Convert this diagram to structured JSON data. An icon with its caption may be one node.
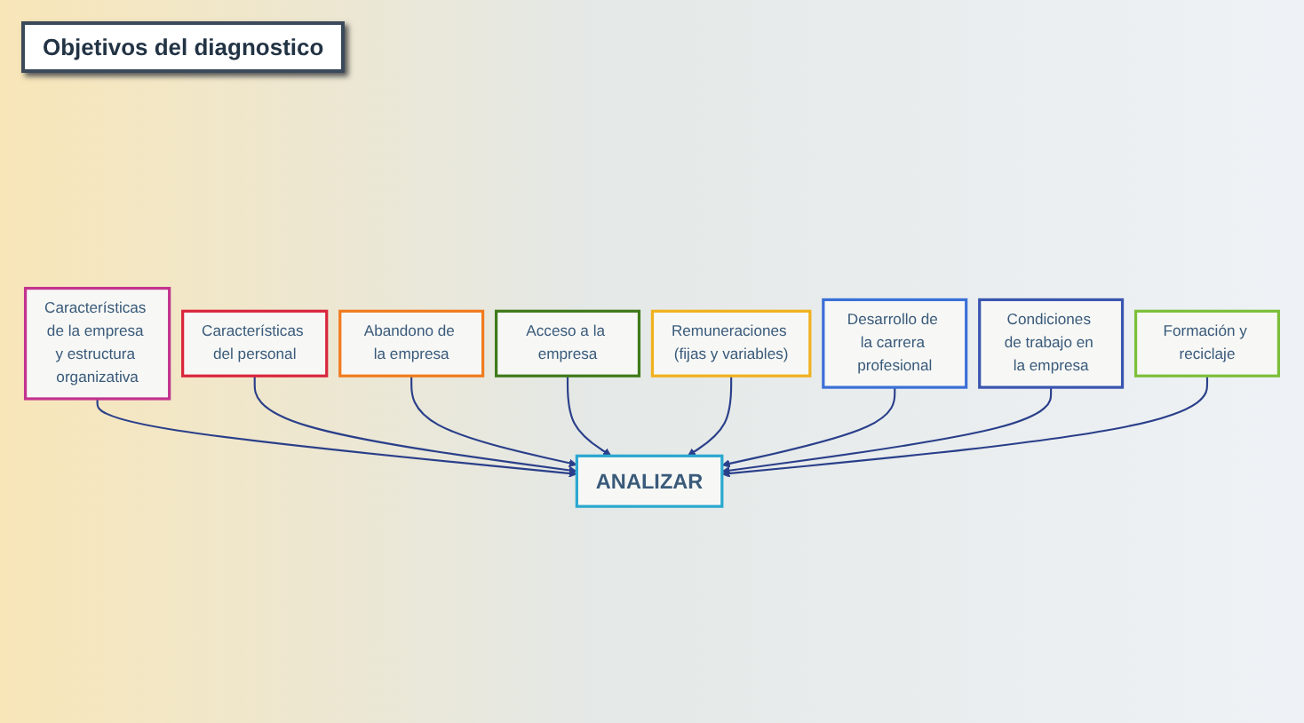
{
  "diagram": {
    "title": "Objetivos del diagnostico",
    "nodes": [
      {
        "text": [
          "Características de la empresa y estructura organizativa"
        ]
      },
      {
        "text": [
          "Características del personal"
        ]
      },
      {
        "text": [
          "Abandono de la empresa"
        ]
      },
      {
        "text": [
          "Acceso a la empresa"
        ]
      },
      {
        "text": [
          "ANALIZAR"
        ]
      },
      {
        "text": [
          "Remuneraciones (fijas y variables)"
        ]
      },
      {
        "text": [
          "Desarrollo de la carrera profesional"
        ]
      },
      {
        "text": [
          "Condiciones de trabajo en la empresa"
        ]
      },
      {
        "text": [
          "Formación y reciclaje"
        ]
      }
    ],
    "edges": [
      {
        "from": 0,
        "to": 4,
        "arrow": "to"
      },
      {
        "from": 1,
        "to": 4,
        "arrow": "to"
      },
      {
        "from": 2,
        "to": 4,
        "arrow": "to"
      },
      {
        "from": 3,
        "to": 4,
        "arrow": "to"
      },
      {
        "from": 5,
        "to": 4,
        "arrow": "to"
      },
      {
        "from": 6,
        "to": 4,
        "arrow": "to"
      },
      {
        "from": 7,
        "to": 4,
        "arrow": "to"
      },
      {
        "from": 8,
        "to": 4,
        "arrow": "to"
      }
    ]
  }
}
